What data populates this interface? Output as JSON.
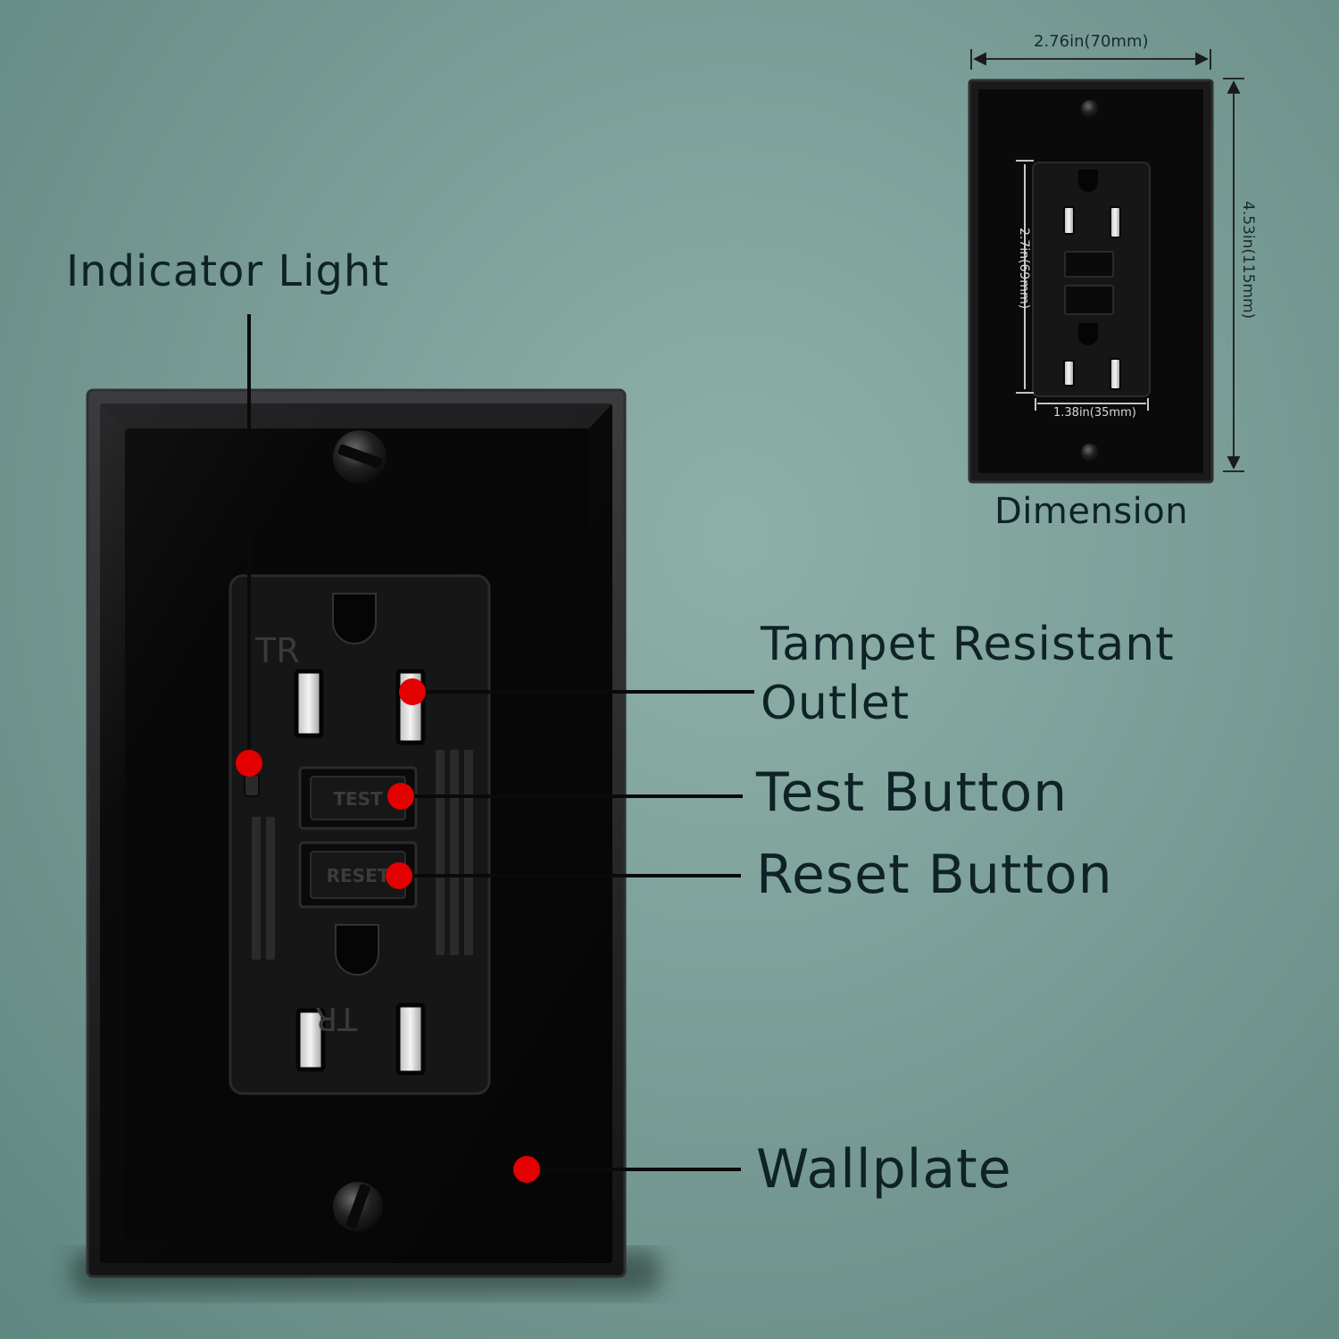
{
  "callouts": {
    "indicator_light": "Indicator Light",
    "tamper_resistant_line1": "Tampet Resistant",
    "tamper_resistant_line2": "Outlet",
    "test_button": "Test Button",
    "reset_button": "Reset Button",
    "wallplate": "Wallplate"
  },
  "dimension_inset": {
    "caption": "Dimension",
    "plate_width": "2.76in(70mm)",
    "plate_height": "4.53in(115mm)",
    "receptacle_height": "2.7in(69mm)",
    "receptacle_width": "1.38in(35mm)"
  },
  "device_marks": {
    "tr_top": "TR",
    "tr_bottom": "TR",
    "test": "TEST",
    "reset": "RESET"
  },
  "colors": {
    "background": "#7fa39c",
    "plate": "#0c0c0d",
    "marker": "#e30000",
    "leader_line": "#0a0a0a",
    "label_text": "#0f2226"
  }
}
